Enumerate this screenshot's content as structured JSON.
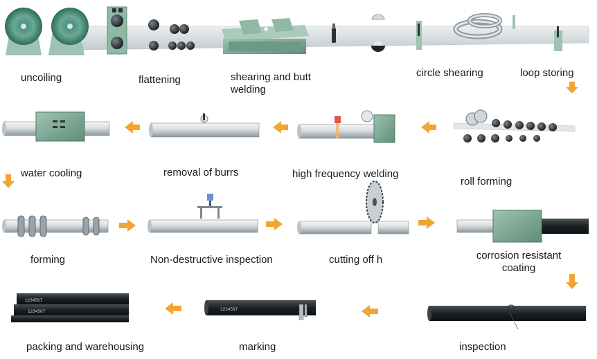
{
  "colors": {
    "arrow": "#f2a532",
    "machine_green": "#7fa896",
    "machine_green_dark": "#4f7a67",
    "steel_light": "#e6eaec",
    "steel_mid": "#aab2b8",
    "steel_dark": "#6a737a",
    "black_pipe": "#1e2326"
  },
  "steps": {
    "uncoiling": "uncoiling",
    "flattening": "flattening",
    "shearing_butt_welding": "shearing and butt welding",
    "circle_shearing": "circle shearing",
    "loop_storing": "loop storing",
    "roll_forming": "roll forming",
    "high_frequency_welding": "high frequency welding",
    "removal_of_burrs": "removal of burrs",
    "water_cooling": "water cooling",
    "forming": "forming",
    "non_destructive_inspection": "Non-destructive inspection",
    "cutting_off": "cutting off h",
    "corrosion_resistant_coating": "corrosion resistant coating",
    "inspection": "inspection",
    "marking": "marking",
    "packing_and_warehousing": "packing and warehousing"
  },
  "pipe_print": "1234567"
}
